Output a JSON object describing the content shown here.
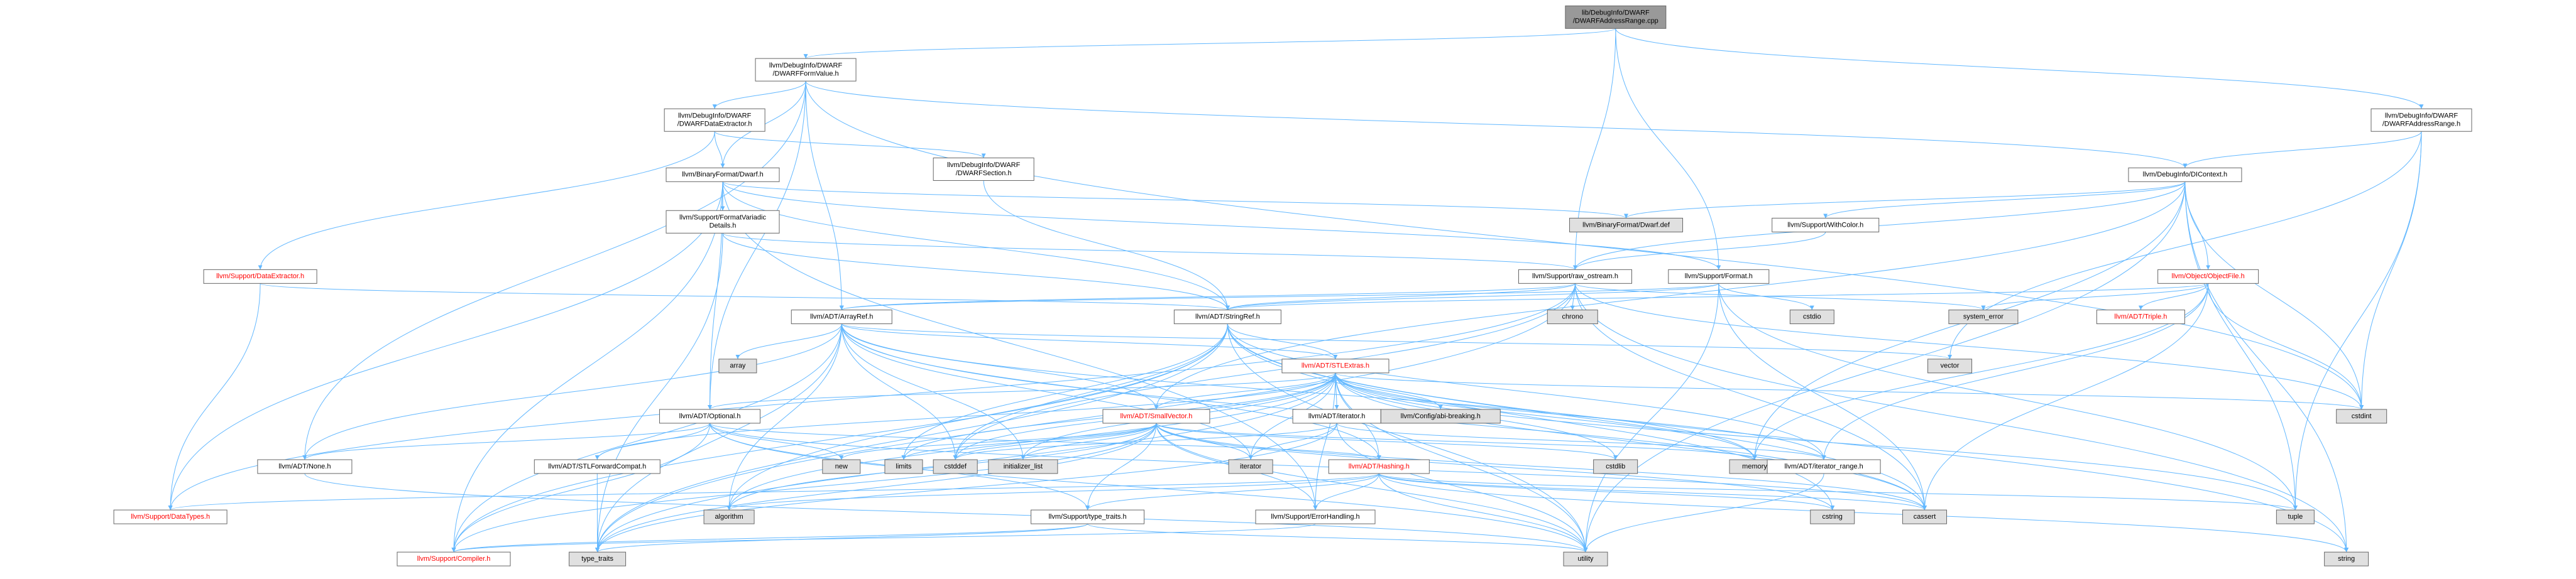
{
  "colors": {
    "root_fill": "#999999",
    "normal_fill": "#ffffff",
    "system_fill": "#e0e0e0",
    "normal_text": "#000000",
    "red_text": "#ff0000",
    "edge": "#63b8ff",
    "border": "#666666"
  },
  "nodes": [
    {
      "id": "root",
      "lines": [
        "lib/DebugInfo/DWARF",
        "/DWARFAddressRange.cpp"
      ],
      "style": "root"
    },
    {
      "id": "formvalue",
      "lines": [
        "llvm/DebugInfo/DWARF",
        "/DWARFFormValue.h"
      ],
      "style": "normal"
    },
    {
      "id": "addrrange_h",
      "lines": [
        "llvm/DebugInfo/DWARF",
        "/DWARFAddressRange.h"
      ],
      "style": "normal"
    },
    {
      "id": "dataext",
      "lines": [
        "llvm/DebugInfo/DWARF",
        "/DWARFDataExtractor.h"
      ],
      "style": "normal"
    },
    {
      "id": "dwarf_h",
      "lines": [
        "llvm/BinaryFormat/Dwarf.h"
      ],
      "style": "normal"
    },
    {
      "id": "section",
      "lines": [
        "llvm/DebugInfo/DWARF",
        "/DWARFSection.h"
      ],
      "style": "normal"
    },
    {
      "id": "dicontext",
      "lines": [
        "llvm/DebugInfo/DIContext.h"
      ],
      "style": "normal"
    },
    {
      "id": "dwarf_def",
      "lines": [
        "llvm/BinaryFormat/Dwarf.def"
      ],
      "style": "system"
    },
    {
      "id": "variadic",
      "lines": [
        "llvm/Support/FormatVariadic",
        "Details.h"
      ],
      "style": "normal"
    },
    {
      "id": "withcolor",
      "lines": [
        "llvm/Support/WithColor.h"
      ],
      "style": "normal"
    },
    {
      "id": "supp_dataext",
      "lines": [
        "llvm/Support/DataExtractor.h"
      ],
      "style": "red"
    },
    {
      "id": "raw_ostream",
      "lines": [
        "llvm/Support/raw_ostream.h"
      ],
      "style": "normal"
    },
    {
      "id": "format",
      "lines": [
        "llvm/Support/Format.h"
      ],
      "style": "normal"
    },
    {
      "id": "objectfile",
      "lines": [
        "llvm/Object/ObjectFile.h"
      ],
      "style": "red"
    },
    {
      "id": "chrono",
      "lines": [
        "chrono"
      ],
      "style": "system"
    },
    {
      "id": "cstdio",
      "lines": [
        "cstdio"
      ],
      "style": "system"
    },
    {
      "id": "system_error",
      "lines": [
        "system_error"
      ],
      "style": "system"
    },
    {
      "id": "triple",
      "lines": [
        "llvm/ADT/Triple.h"
      ],
      "style": "red"
    },
    {
      "id": "arrayref",
      "lines": [
        "llvm/ADT/ArrayRef.h"
      ],
      "style": "normal"
    },
    {
      "id": "stringref",
      "lines": [
        "llvm/ADT/StringRef.h"
      ],
      "style": "normal"
    },
    {
      "id": "array",
      "lines": [
        "array"
      ],
      "style": "system"
    },
    {
      "id": "vector",
      "lines": [
        "vector"
      ],
      "style": "system"
    },
    {
      "id": "stlextras",
      "lines": [
        "llvm/ADT/STLExtras.h"
      ],
      "style": "red"
    },
    {
      "id": "cstdint",
      "lines": [
        "cstdint"
      ],
      "style": "system"
    },
    {
      "id": "abibreaking",
      "lines": [
        "llvm/Config/abi-breaking.h"
      ],
      "style": "system"
    },
    {
      "id": "optional",
      "lines": [
        "llvm/ADT/Optional.h"
      ],
      "style": "normal"
    },
    {
      "id": "smallvector",
      "lines": [
        "llvm/ADT/SmallVector.h"
      ],
      "style": "red"
    },
    {
      "id": "adt_iterator",
      "lines": [
        "llvm/ADT/iterator.h"
      ],
      "style": "normal"
    },
    {
      "id": "new",
      "lines": [
        "new"
      ],
      "style": "system"
    },
    {
      "id": "limits",
      "lines": [
        "limits"
      ],
      "style": "system"
    },
    {
      "id": "cstddef",
      "lines": [
        "cstddef"
      ],
      "style": "system"
    },
    {
      "id": "init_list",
      "lines": [
        "initializer_list"
      ],
      "style": "system"
    },
    {
      "id": "iterator",
      "lines": [
        "iterator"
      ],
      "style": "system"
    },
    {
      "id": "cstdlib",
      "lines": [
        "cstdlib"
      ],
      "style": "system"
    },
    {
      "id": "memory",
      "lines": [
        "memory"
      ],
      "style": "system"
    },
    {
      "id": "iter_range",
      "lines": [
        "llvm/ADT/iterator_range.h"
      ],
      "style": "normal"
    },
    {
      "id": "tuple",
      "lines": [
        "tuple"
      ],
      "style": "system"
    },
    {
      "id": "none",
      "lines": [
        "llvm/ADT/None.h"
      ],
      "style": "normal"
    },
    {
      "id": "stlfwd",
      "lines": [
        "llvm/ADT/STLForwardCompat.h"
      ],
      "style": "normal"
    },
    {
      "id": "hashing",
      "lines": [
        "llvm/ADT/Hashing.h"
      ],
      "style": "red"
    },
    {
      "id": "datatypes",
      "lines": [
        "llvm/Support/DataTypes.h"
      ],
      "style": "red"
    },
    {
      "id": "algorithm",
      "lines": [
        "algorithm"
      ],
      "style": "system"
    },
    {
      "id": "typetraits_h",
      "lines": [
        "llvm/Support/type_traits.h"
      ],
      "style": "normal"
    },
    {
      "id": "errhandling",
      "lines": [
        "llvm/Support/ErrorHandling.h"
      ],
      "style": "normal"
    },
    {
      "id": "cstring",
      "lines": [
        "cstring"
      ],
      "style": "system"
    },
    {
      "id": "cassert",
      "lines": [
        "cassert"
      ],
      "style": "system"
    },
    {
      "id": "compiler",
      "lines": [
        "llvm/Support/Compiler.h"
      ],
      "style": "red"
    },
    {
      "id": "type_traits",
      "lines": [
        "type_traits"
      ],
      "style": "system"
    },
    {
      "id": "utility",
      "lines": [
        "utility"
      ],
      "style": "system"
    },
    {
      "id": "string",
      "lines": [
        "string"
      ],
      "style": "system"
    }
  ],
  "edges": [
    [
      "root",
      "formvalue"
    ],
    [
      "root",
      "addrrange_h"
    ],
    [
      "root",
      "raw_ostream"
    ],
    [
      "root",
      "format"
    ],
    [
      "formvalue",
      "dataext"
    ],
    [
      "formvalue",
      "dwarf_h"
    ],
    [
      "formvalue",
      "dicontext"
    ],
    [
      "formvalue",
      "arrayref"
    ],
    [
      "formvalue",
      "optional"
    ],
    [
      "formvalue",
      "none"
    ],
    [
      "formvalue",
      "cstdint"
    ],
    [
      "addrrange_h",
      "dicontext"
    ],
    [
      "addrrange_h",
      "cstdint"
    ],
    [
      "addrrange_h",
      "tuple"
    ],
    [
      "addrrange_h",
      "vector"
    ],
    [
      "dataext",
      "dwarf_h"
    ],
    [
      "dataext",
      "section"
    ],
    [
      "dataext",
      "supp_dataext"
    ],
    [
      "dwarf_h",
      "dwarf_def"
    ],
    [
      "dwarf_h",
      "variadic"
    ],
    [
      "dwarf_h",
      "format"
    ],
    [
      "dwarf_h",
      "optional"
    ],
    [
      "dwarf_h",
      "datatypes"
    ],
    [
      "dwarf_h",
      "compiler"
    ],
    [
      "dwarf_h",
      "errhandling"
    ],
    [
      "dwarf_h",
      "stringref"
    ],
    [
      "section",
      "stringref"
    ],
    [
      "dicontext",
      "dwarf_def"
    ],
    [
      "dicontext",
      "withcolor"
    ],
    [
      "dicontext",
      "raw_ostream"
    ],
    [
      "dicontext",
      "objectfile"
    ],
    [
      "dicontext",
      "smallvector"
    ],
    [
      "dicontext",
      "cstdint"
    ],
    [
      "dicontext",
      "memory"
    ],
    [
      "dicontext",
      "string"
    ],
    [
      "dicontext",
      "tuple"
    ],
    [
      "dicontext",
      "utility"
    ],
    [
      "variadic",
      "raw_ostream"
    ],
    [
      "variadic",
      "stringref"
    ],
    [
      "variadic",
      "type_traits"
    ],
    [
      "withcolor",
      "raw_ostream"
    ],
    [
      "supp_dataext",
      "datatypes"
    ],
    [
      "supp_dataext",
      "stringref"
    ],
    [
      "raw_ostream",
      "chrono"
    ],
    [
      "raw_ostream",
      "cstdint"
    ],
    [
      "raw_ostream",
      "system_error"
    ],
    [
      "raw_ostream",
      "stringref"
    ],
    [
      "raw_ostream",
      "arrayref"
    ],
    [
      "raw_ostream",
      "cassert"
    ],
    [
      "raw_ostream",
      "cstddef"
    ],
    [
      "raw_ostream",
      "string"
    ],
    [
      "raw_ostream",
      "type_traits"
    ],
    [
      "raw_ostream",
      "datatypes"
    ],
    [
      "format",
      "arrayref"
    ],
    [
      "format",
      "stringref"
    ],
    [
      "format",
      "cassert"
    ],
    [
      "format",
      "cstdio"
    ],
    [
      "format",
      "tuple"
    ],
    [
      "format",
      "utility"
    ],
    [
      "objectfile",
      "triple"
    ],
    [
      "objectfile",
      "system_error"
    ],
    [
      "objectfile",
      "cassert"
    ],
    [
      "objectfile",
      "cstdint"
    ],
    [
      "objectfile",
      "memory"
    ],
    [
      "objectfile",
      "iter_range"
    ],
    [
      "objectfile",
      "stringref"
    ],
    [
      "arrayref",
      "array"
    ],
    [
      "arrayref",
      "vector"
    ],
    [
      "arrayref",
      "stlextras"
    ],
    [
      "arrayref",
      "smallvector"
    ],
    [
      "arrayref",
      "hashing"
    ],
    [
      "arrayref",
      "none"
    ],
    [
      "arrayref",
      "compiler"
    ],
    [
      "arrayref",
      "algorithm"
    ],
    [
      "arrayref",
      "cassert"
    ],
    [
      "arrayref",
      "cstddef"
    ],
    [
      "arrayref",
      "init_list"
    ],
    [
      "arrayref",
      "iterator"
    ],
    [
      "arrayref",
      "memory"
    ],
    [
      "arrayref",
      "type_traits"
    ],
    [
      "stringref",
      "stlextras"
    ],
    [
      "stringref",
      "iter_range"
    ],
    [
      "stringref",
      "compiler"
    ],
    [
      "stringref",
      "algorithm"
    ],
    [
      "stringref",
      "cassert"
    ],
    [
      "stringref",
      "cstddef"
    ],
    [
      "stringref",
      "cstring"
    ],
    [
      "stringref",
      "limits"
    ],
    [
      "stringref",
      "string"
    ],
    [
      "stringref",
      "type_traits"
    ],
    [
      "stringref",
      "utility"
    ],
    [
      "stlextras",
      "abibreaking"
    ],
    [
      "stlextras",
      "cstdint"
    ],
    [
      "stlextras",
      "optional"
    ],
    [
      "stlextras",
      "smallvector"
    ],
    [
      "stlextras",
      "adt_iterator"
    ],
    [
      "stlextras",
      "iter_range"
    ],
    [
      "stlextras",
      "stlfwd"
    ],
    [
      "stlextras",
      "errhandling"
    ],
    [
      "stlextras",
      "hashing"
    ],
    [
      "stlextras",
      "algorithm"
    ],
    [
      "stlextras",
      "cassert"
    ],
    [
      "stlextras",
      "cstddef"
    ],
    [
      "stlextras",
      "cstdlib"
    ],
    [
      "stlextras",
      "memory"
    ],
    [
      "stlextras",
      "tuple"
    ],
    [
      "stlextras",
      "limits"
    ],
    [
      "stlextras",
      "utility"
    ],
    [
      "stlextras",
      "init_list"
    ],
    [
      "stlextras",
      "iterator"
    ],
    [
      "stlextras",
      "type_traits"
    ],
    [
      "optional",
      "none"
    ],
    [
      "optional",
      "stlfwd"
    ],
    [
      "optional",
      "compiler"
    ],
    [
      "optional",
      "typetraits_h"
    ],
    [
      "optional",
      "cassert"
    ],
    [
      "optional",
      "new"
    ],
    [
      "optional",
      "utility"
    ],
    [
      "optional",
      "hashing"
    ],
    [
      "smallvector",
      "compiler"
    ],
    [
      "smallvector",
      "type_traits"
    ],
    [
      "smallvector",
      "algorithm"
    ],
    [
      "smallvector",
      "cassert"
    ],
    [
      "smallvector",
      "cstddef"
    ],
    [
      "smallvector",
      "cstdlib"
    ],
    [
      "smallvector",
      "cstring"
    ],
    [
      "smallvector",
      "functional"
    ],
    [
      "smallvector",
      "init_list"
    ],
    [
      "smallvector",
      "iterator"
    ],
    [
      "smallvector",
      "limits"
    ],
    [
      "smallvector",
      "memory"
    ],
    [
      "smallvector",
      "new"
    ],
    [
      "smallvector",
      "utility"
    ],
    [
      "smallvector",
      "typetraits_h"
    ],
    [
      "smallvector",
      "errhandling"
    ],
    [
      "adt_iterator",
      "iter_range"
    ],
    [
      "adt_iterator",
      "cstddef"
    ],
    [
      "adt_iterator",
      "iterator"
    ],
    [
      "adt_iterator",
      "type_traits"
    ],
    [
      "adt_iterator",
      "utility"
    ],
    [
      "iter_range",
      "utility"
    ],
    [
      "stlfwd",
      "type_traits"
    ],
    [
      "hashing",
      "datatypes"
    ],
    [
      "hashing",
      "errhandling"
    ],
    [
      "hashing",
      "typetraits_h"
    ],
    [
      "hashing",
      "algorithm"
    ],
    [
      "hashing",
      "cassert"
    ],
    [
      "hashing",
      "cstring"
    ],
    [
      "hashing",
      "string"
    ],
    [
      "hashing",
      "tuple"
    ],
    [
      "hashing",
      "utility"
    ],
    [
      "typetraits_h",
      "compiler"
    ],
    [
      "typetraits_h",
      "type_traits"
    ],
    [
      "typetraits_h",
      "utility"
    ],
    [
      "errhandling",
      "compiler"
    ],
    [
      "none",
      "utility"
    ]
  ]
}
